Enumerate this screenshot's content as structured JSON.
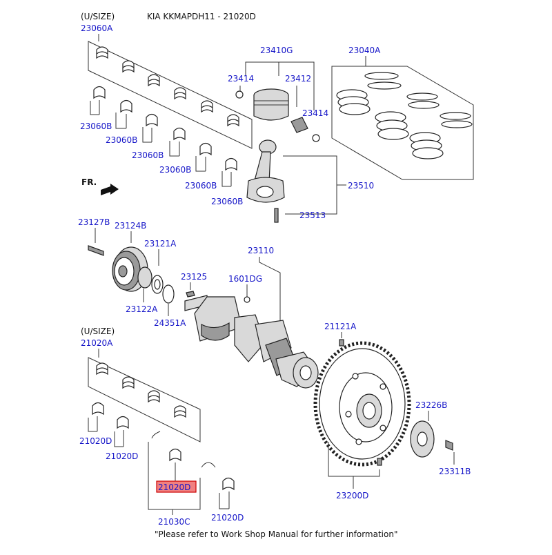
{
  "header": {
    "usize_top": "(U/SIZE)",
    "model": "KIA KKMAPDH11 - 21020D",
    "usize_bottom": "(U/SIZE)",
    "front_marker": "FR."
  },
  "footer": "\"Please refer to Work Shop Manual for further information\"",
  "labels": {
    "l23060A": "23060A",
    "l23060B_1": "23060B",
    "l23060B_2": "23060B",
    "l23060B_3": "23060B",
    "l23060B_4": "23060B",
    "l23060B_5": "23060B",
    "l23060B_6": "23060B",
    "l23410G": "23410G",
    "l23414_a": "23414",
    "l23412": "23412",
    "l23414_b": "23414",
    "l23040A": "23040A",
    "l23510": "23510",
    "l23513": "23513",
    "l23127B": "23127B",
    "l23124B": "23124B",
    "l23121A": "23121A",
    "l23122A": "23122A",
    "l23125": "23125",
    "l24351A": "24351A",
    "l1601DG": "1601DG",
    "l23110": "23110",
    "l21121A": "21121A",
    "l21020A": "21020A",
    "l21020D_1": "21020D",
    "l21020D_2": "21020D",
    "l21020D_hl": "21020D",
    "l21020D_3": "21020D",
    "l21030C": "21030C",
    "l23200D": "23200D",
    "l23226B": "23226B",
    "l23311B": "23311B"
  },
  "colors": {
    "label": "#1515c8",
    "highlight_fill": "#f08080",
    "highlight_stroke": "#cc0000"
  }
}
